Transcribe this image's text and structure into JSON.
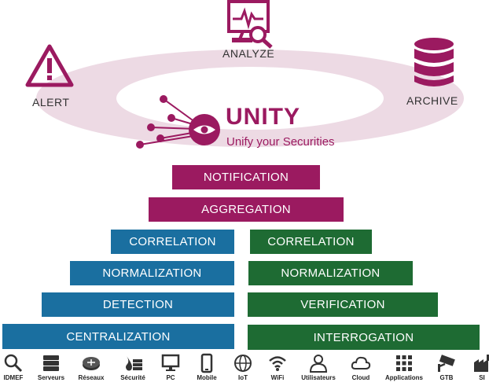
{
  "top": {
    "analyze": "ANALYZE",
    "alert": "ALERT",
    "archive": "ARCHIVE"
  },
  "brand": {
    "title": "UNITY",
    "subtitle": "Unify your Securities"
  },
  "top_layers": {
    "notification": "NOTIFICATION",
    "aggregation": "AGGREGATION"
  },
  "left_stack": {
    "correlation": "CORRELATION",
    "normalization": "NORMALIZATION",
    "detection": "DETECTION",
    "centralization": "CENTRALIZATION"
  },
  "right_stack": {
    "correlation": "CORRELATION",
    "normalization": "NORMALIZATION",
    "verification": "VERIFICATION",
    "interrogation": "INTERROGATION"
  },
  "colors": {
    "plum": "#9b1a60",
    "blue": "#1a6fa0",
    "green": "#1e6b33",
    "ring": "#ead3df"
  },
  "sources": [
    {
      "label": "IDMEF",
      "icon": "magnifier-icon"
    },
    {
      "label": "Serveurs",
      "icon": "server-icon"
    },
    {
      "label": "Réseaux",
      "icon": "router-icon"
    },
    {
      "label": "Sécurité",
      "icon": "firewall-icon"
    },
    {
      "label": "PC",
      "icon": "monitor-icon"
    },
    {
      "label": "Mobile",
      "icon": "mobile-icon"
    },
    {
      "label": "IoT",
      "icon": "globe-icon"
    },
    {
      "label": "WiFi",
      "icon": "wifi-icon"
    },
    {
      "label": "Utilisateurs",
      "icon": "user-icon"
    },
    {
      "label": "Cloud",
      "icon": "cloud-icon"
    },
    {
      "label": "Applications",
      "icon": "apps-grid-icon"
    },
    {
      "label": "GTB",
      "icon": "camera-icon"
    },
    {
      "label": "SI",
      "icon": "factory-icon"
    }
  ]
}
